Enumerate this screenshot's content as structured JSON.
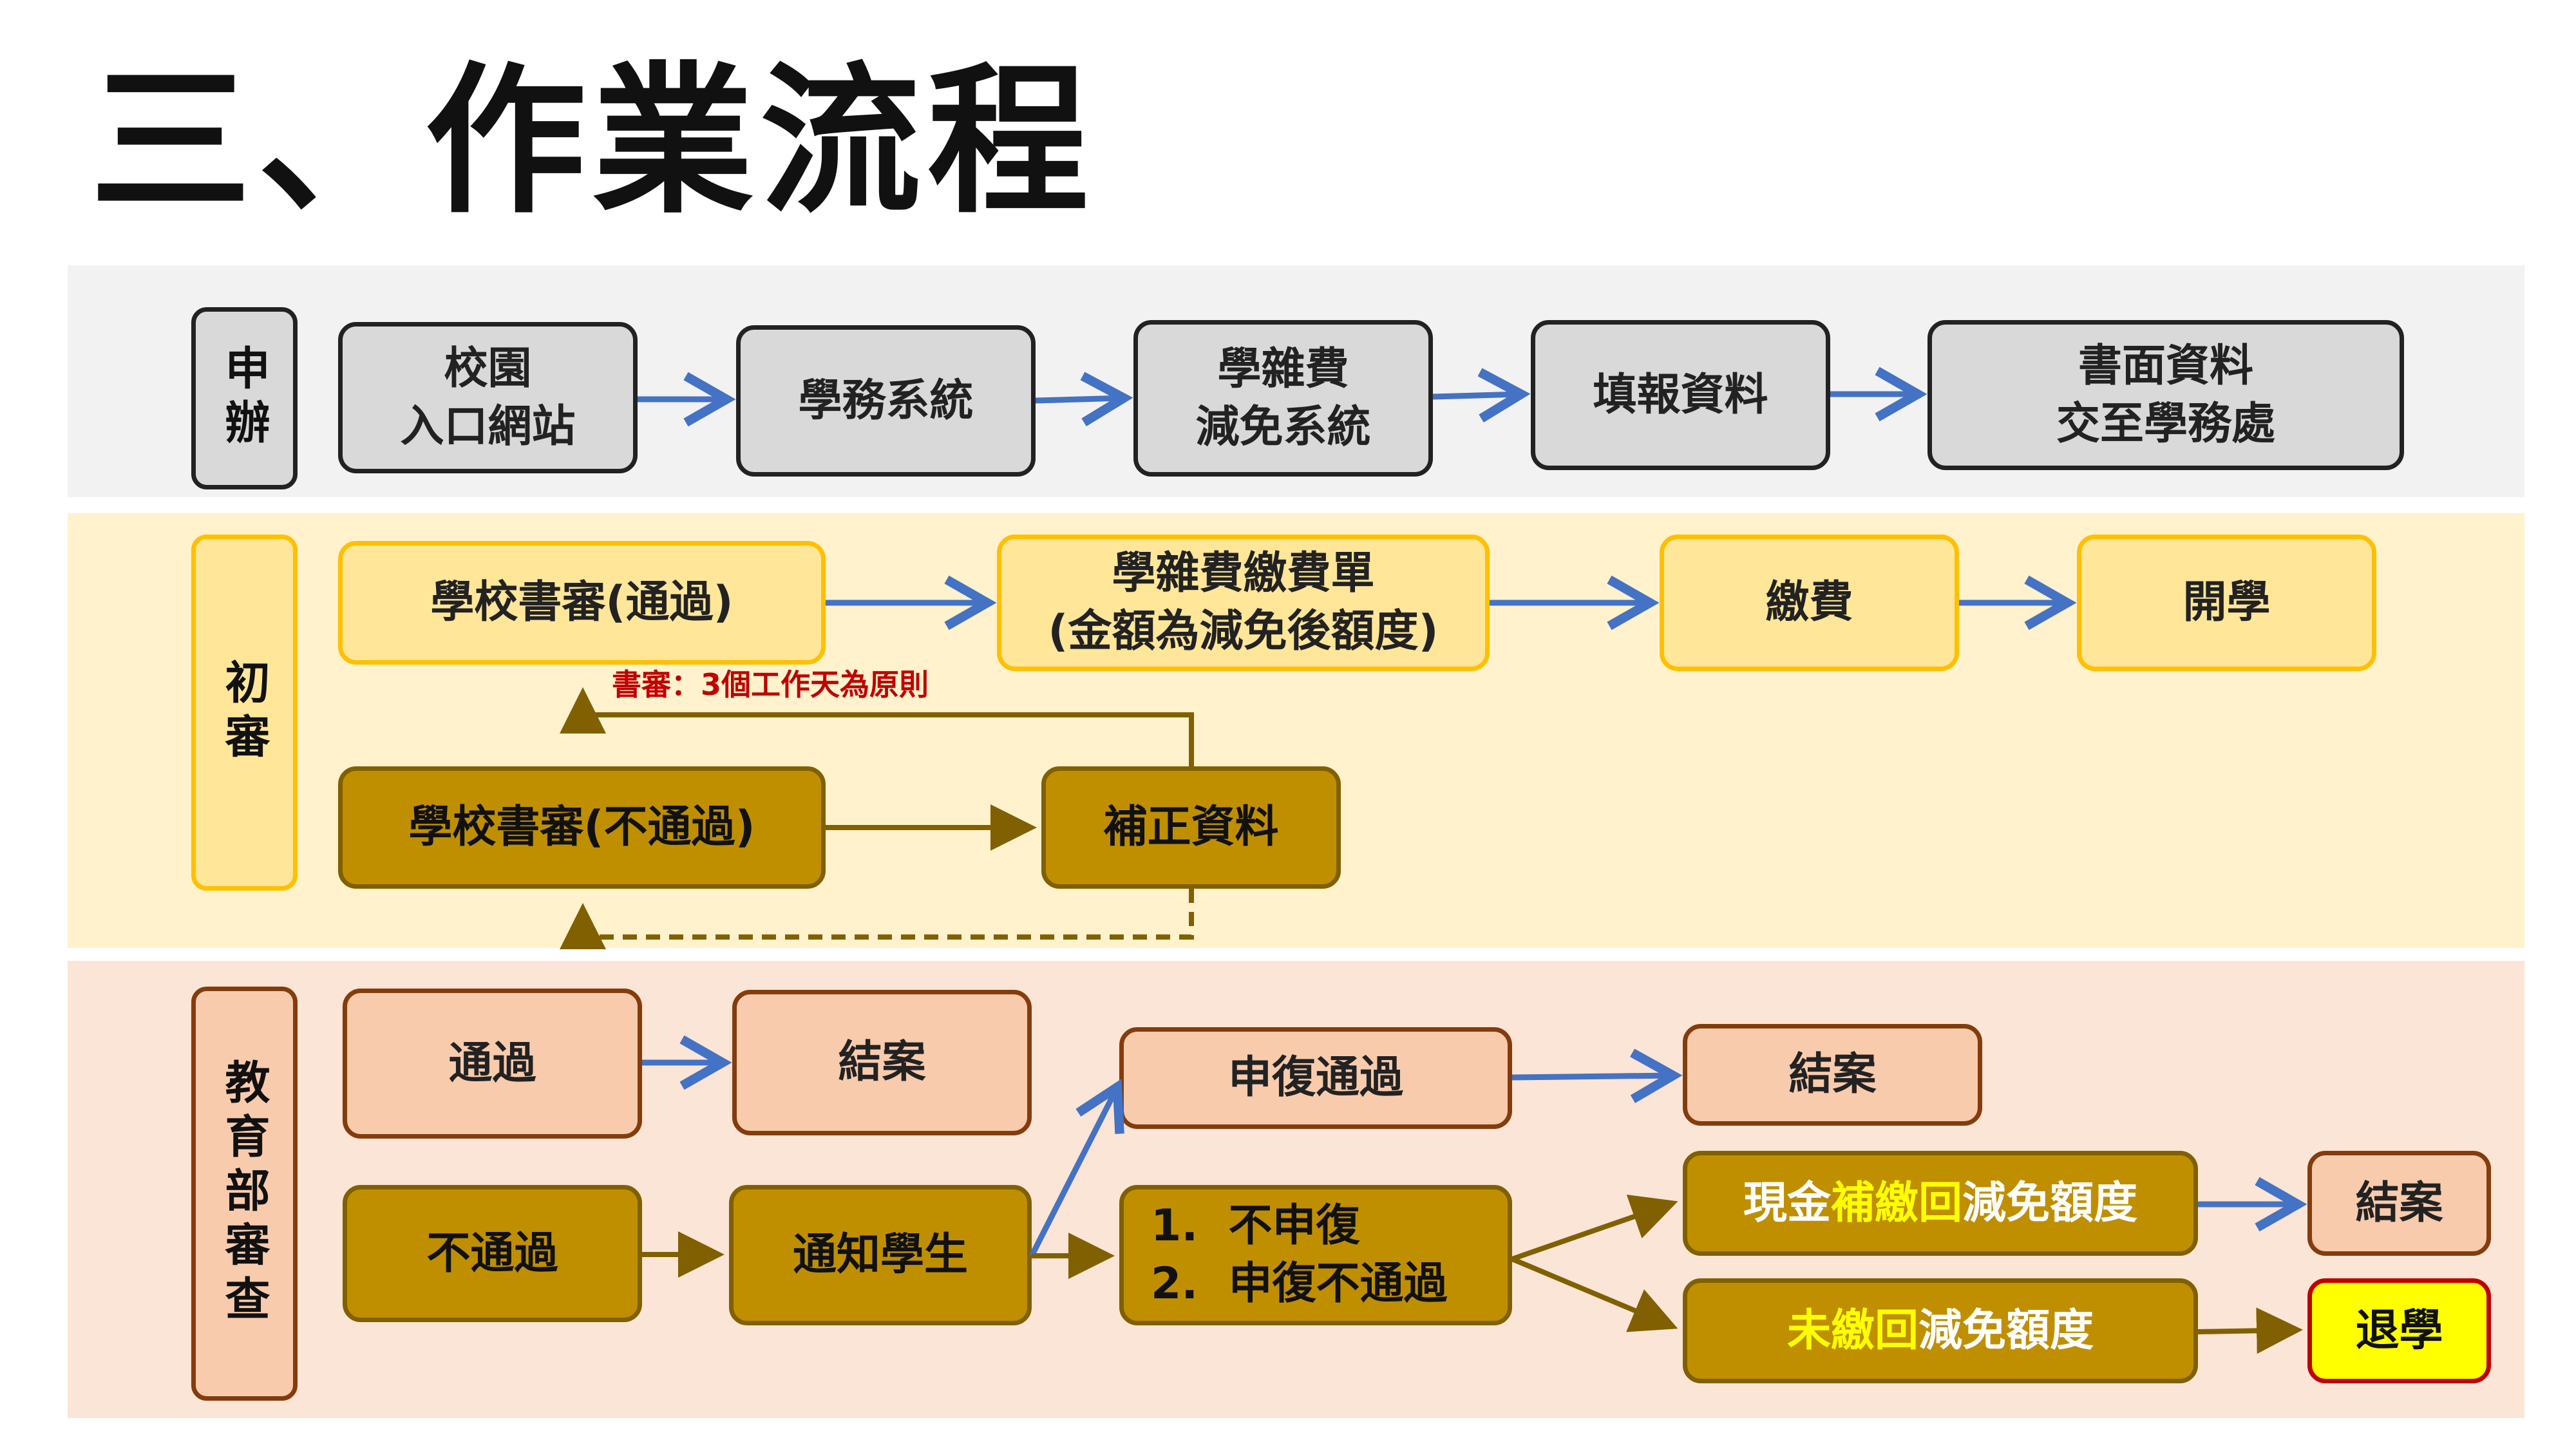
{
  "title": "三、作業流程",
  "lanes": {
    "apply": "申辦",
    "initial": "初審",
    "moe": "教育部審查"
  },
  "apply": {
    "portal": "校園\n入口網站",
    "affairs_system": "學務系統",
    "fee_waiver_system": "學雜費\n減免系統",
    "fill_data": "填報資料",
    "submit_docs": "書面資料\n交至學務處"
  },
  "initial": {
    "school_review_pass": "學校書審(通過)",
    "fee_bill": "學雜費繳費單\n(金額為減免後額度)",
    "pay": "繳費",
    "school_start": "開學",
    "school_review_fail": "學校書審(不通過)",
    "supplement": "補正資料",
    "review_note": "書審：3個工作天為原則"
  },
  "moe": {
    "pass": "通過",
    "close_1": "結案",
    "appeal_pass": "申復通過",
    "close_2": "結案",
    "fail": "不通過",
    "notify_student": "通知學生",
    "outcome_1": "1.  不申復",
    "outcome_2": "2.  申復不通過",
    "cash_prefix": "現金",
    "cash_highlight": "補繳回",
    "cash_suffix": "減免額度",
    "unpaid_highlight": "未繳回",
    "unpaid_suffix": "減免額度",
    "close_3": "結案",
    "withdraw": "退學"
  },
  "colors": {
    "blue_arrow": "#4472c4",
    "olive_arrow": "#806000",
    "note_red": "#c00000",
    "highlight_yellow": "#ffff00"
  }
}
